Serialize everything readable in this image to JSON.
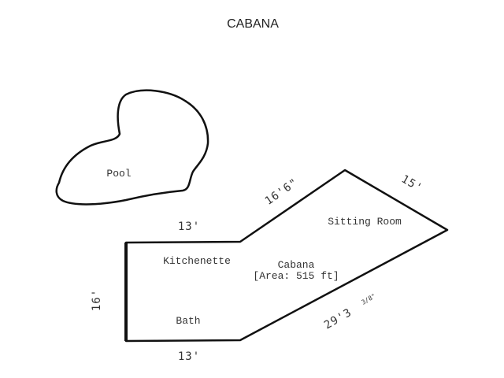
{
  "title": "CABANA",
  "pool": {
    "label": "Pool"
  },
  "rooms": {
    "sitting_room": "Sitting Room",
    "kitchenette": "Kitchenette",
    "bath": "Bath",
    "cabana_name": "Cabana",
    "cabana_area": "[Area: 515 ft]"
  },
  "dimensions": {
    "top": "13'",
    "bottom": "13'",
    "left": "16'",
    "diagonal_upper": "16'6\"",
    "right_upper": "15'",
    "diagonal_lower_main": "29'3",
    "diagonal_lower_fraction": "3/8\""
  }
}
